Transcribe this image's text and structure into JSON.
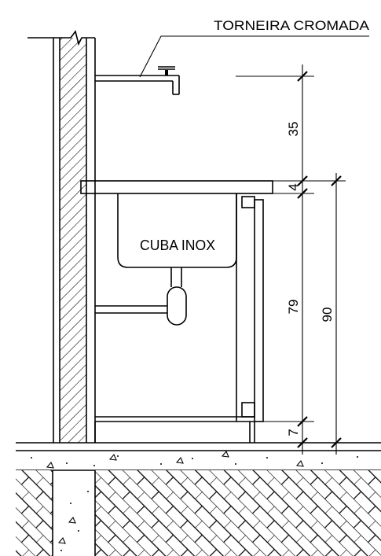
{
  "labels": {
    "faucet": "TORNEIRA CROMADA",
    "sink": "CUBA INOX"
  },
  "dimensions": {
    "faucet_height": "35",
    "counter_thickness": "4",
    "cabinet_height": "79",
    "total_height": "90",
    "base_height": "7"
  }
}
